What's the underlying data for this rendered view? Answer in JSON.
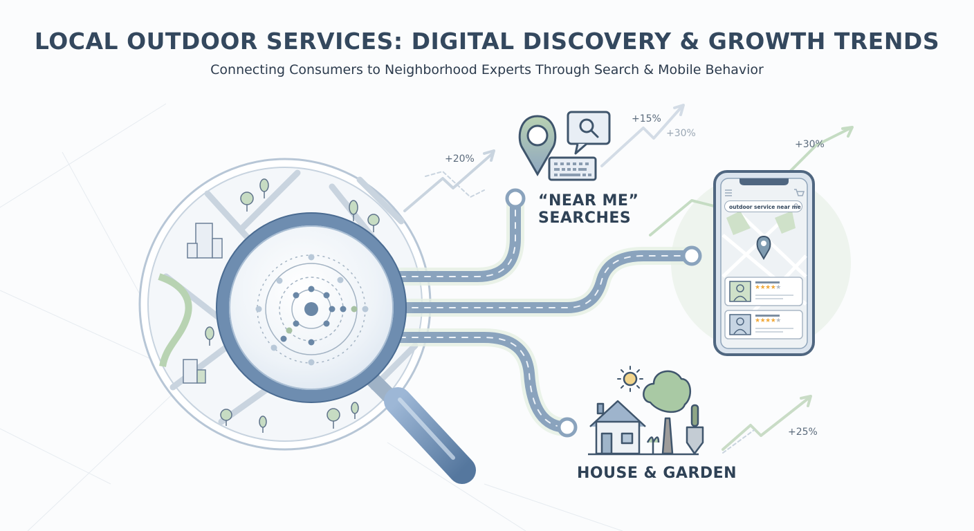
{
  "header": {
    "title": "LOCAL OUTDOOR SERVICES: DIGITAL DISCOVERY & GROWTH TRENDS",
    "subtitle": "Connecting Consumers to Neighborhood Experts Through Search & Mobile Behavior"
  },
  "nodes": {
    "near_me": {
      "line1": "“NEAR ME”",
      "line2": "SEARCHES"
    },
    "house_garden": {
      "label": "HOUSE & GARDEN"
    }
  },
  "phone": {
    "search_text": "outdoor service near me",
    "reviews": [
      {
        "stars": 4,
        "max": 5
      },
      {
        "stars": 4,
        "max": 5
      }
    ]
  },
  "growth_labels": {
    "near_me_left": "+20%",
    "near_me_top": "+15%",
    "near_me_right": "+30%",
    "mobile": "+30%",
    "house_garden": "+25%"
  },
  "colors": {
    "navy": "#34485e",
    "steel_blue": "#7f9bbb",
    "sage_green": "#a9c9a4",
    "star_orange": "#f0a93a",
    "sun_yellow": "#f2d58c"
  }
}
